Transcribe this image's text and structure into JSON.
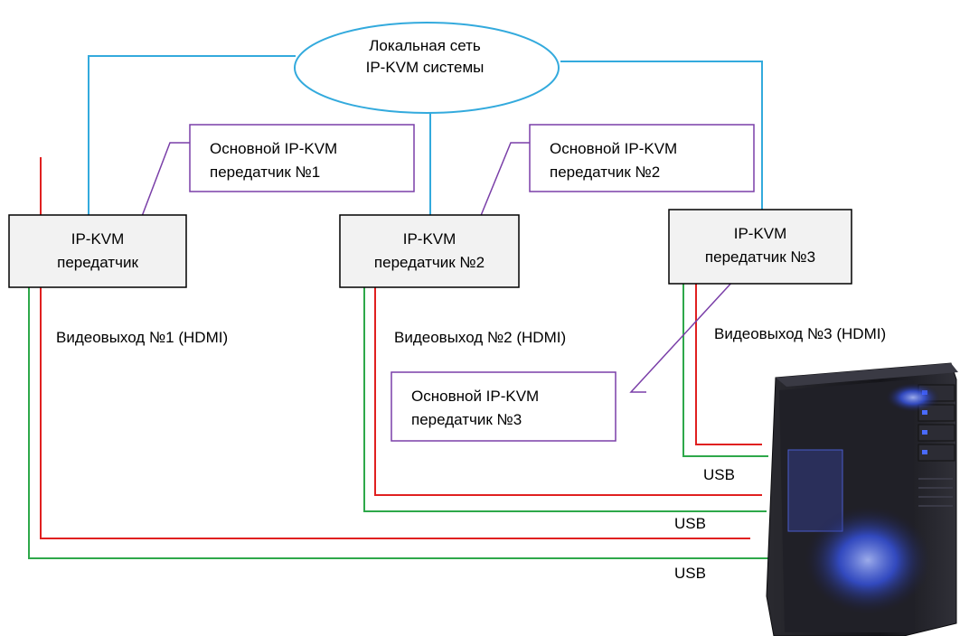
{
  "network": {
    "line1": "Локальная сеть",
    "line2": "IP-KVM системы"
  },
  "devices": [
    {
      "line1": "IP-KVM",
      "line2": "передатчик"
    },
    {
      "line1": "IP-KVM",
      "line2": "передатчик №2"
    },
    {
      "line1": "IP-KVM",
      "line2": "передатчик №3"
    }
  ],
  "callouts": [
    {
      "line1": "Основной IP-KVM",
      "line2": "передатчик №1"
    },
    {
      "line1": "Основной IP-KVM",
      "line2": "передатчик №2"
    },
    {
      "line1": "Основной IP-KVM",
      "line2": "передатчик №3"
    }
  ],
  "video_labels": [
    "Видеовыход №1 (HDMI)",
    "Видеовыход №2 (HDMI)",
    "Видеовыход №3 (HDMI)"
  ],
  "usb_labels": [
    "USB",
    "USB",
    "USB"
  ],
  "colors": {
    "network_line": "#33aadd",
    "callout": "#7a3fa8",
    "hdmi": "#e02020",
    "usb": "#2ea84a",
    "device_fill": "#f2f2f2",
    "pc_case": "#1c1c22",
    "pc_glow": "#3a5bff"
  },
  "pc_icon": "pc-tower-icon"
}
